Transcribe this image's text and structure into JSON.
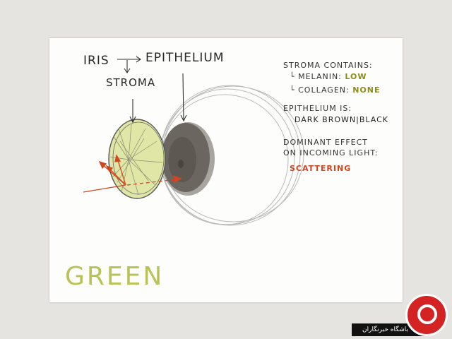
{
  "labels": {
    "iris": "IRIS",
    "epithelium": "EPITHELIUM",
    "stroma": "STROMA"
  },
  "notes": {
    "stroma_contains": "STROMA CONTAINS:",
    "melanin_label": "└ MELANIN:",
    "melanin_value": "LOW",
    "collagen_label": "└ COLLAGEN:",
    "collagen_value": "NONE",
    "epithelium_is": "EPITHELIUM IS:",
    "epithelium_value": "DARK BROWN|BLACK",
    "dominant_line1": "DOMINANT EFFECT",
    "dominant_line2": "ON INCOMING LIGHT:",
    "dominant_value": "SCATTERING"
  },
  "eye_color": "GREEN",
  "watermark": {
    "text": "باشگاه خبرنگاران"
  },
  "colors": {
    "iris_fill": "#dfe6a6",
    "epithelium_fill": "#6b6660",
    "light_arrow": "#d0461f",
    "green_text": "#b9c257",
    "highlight": "#8f8b1a"
  }
}
